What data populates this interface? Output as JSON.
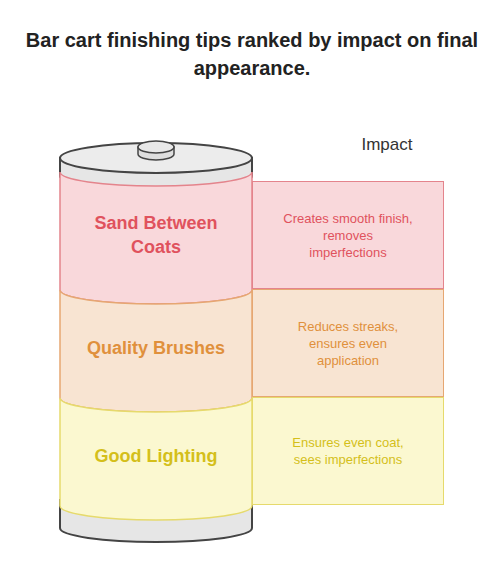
{
  "diagram": {
    "title": "Bar cart finishing tips ranked by impact on final appearance.",
    "nodes": [
      {
        "text": [
          "Sand Between Coats"
        ]
      },
      {
        "text": [
          "Creates smooth finish, removes imperfections"
        ]
      },
      {
        "text": [
          "Quality Brushes"
        ]
      },
      {
        "text": [
          "Reduces streaks, ensures even application"
        ]
      },
      {
        "text": [
          "Good Lighting"
        ]
      },
      {
        "text": [
          "Ensures even coat, sees imperfections"
        ]
      }
    ],
    "labels": [
      "Impact"
    ]
  }
}
